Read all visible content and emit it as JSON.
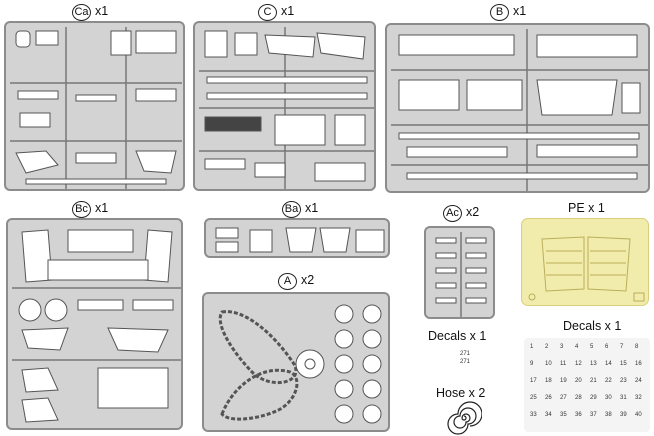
{
  "labels": {
    "ca": {
      "letter": "Ca",
      "qty": "x1"
    },
    "c": {
      "letter": "C",
      "qty": "x1"
    },
    "b": {
      "letter": "B",
      "qty": "x1"
    },
    "bc": {
      "letter": "Bc",
      "qty": "x1"
    },
    "ba": {
      "letter": "Ba",
      "qty": "x1"
    },
    "ac": {
      "letter": "Ac",
      "qty": "x2"
    },
    "pe": "PE x 1",
    "a": {
      "letter": "A",
      "qty": "x2"
    },
    "decals_small": "Decals x 1",
    "decals_large": "Decals x 1",
    "hose": "Hose x 2"
  },
  "decal_numbers": [
    "271",
    "271"
  ],
  "decal_sheet_text": [
    "1",
    "2",
    "3",
    "4",
    "5",
    "6",
    "7",
    "8",
    "9",
    "10",
    "11",
    "12",
    "13",
    "14",
    "15",
    "16",
    "17",
    "18",
    "19",
    "20",
    "21",
    "22",
    "23",
    "24",
    "25",
    "26",
    "27",
    "28",
    "29",
    "30",
    "31",
    "32",
    "33",
    "34",
    "35",
    "36",
    "37",
    "38",
    "39",
    "40"
  ],
  "colors": {
    "sprue_fill": "#d3d3d3",
    "sprue_edge": "#8c8c8c",
    "pe_fill": "#f2ecac",
    "decal_sheet": "#f4f4f4"
  }
}
